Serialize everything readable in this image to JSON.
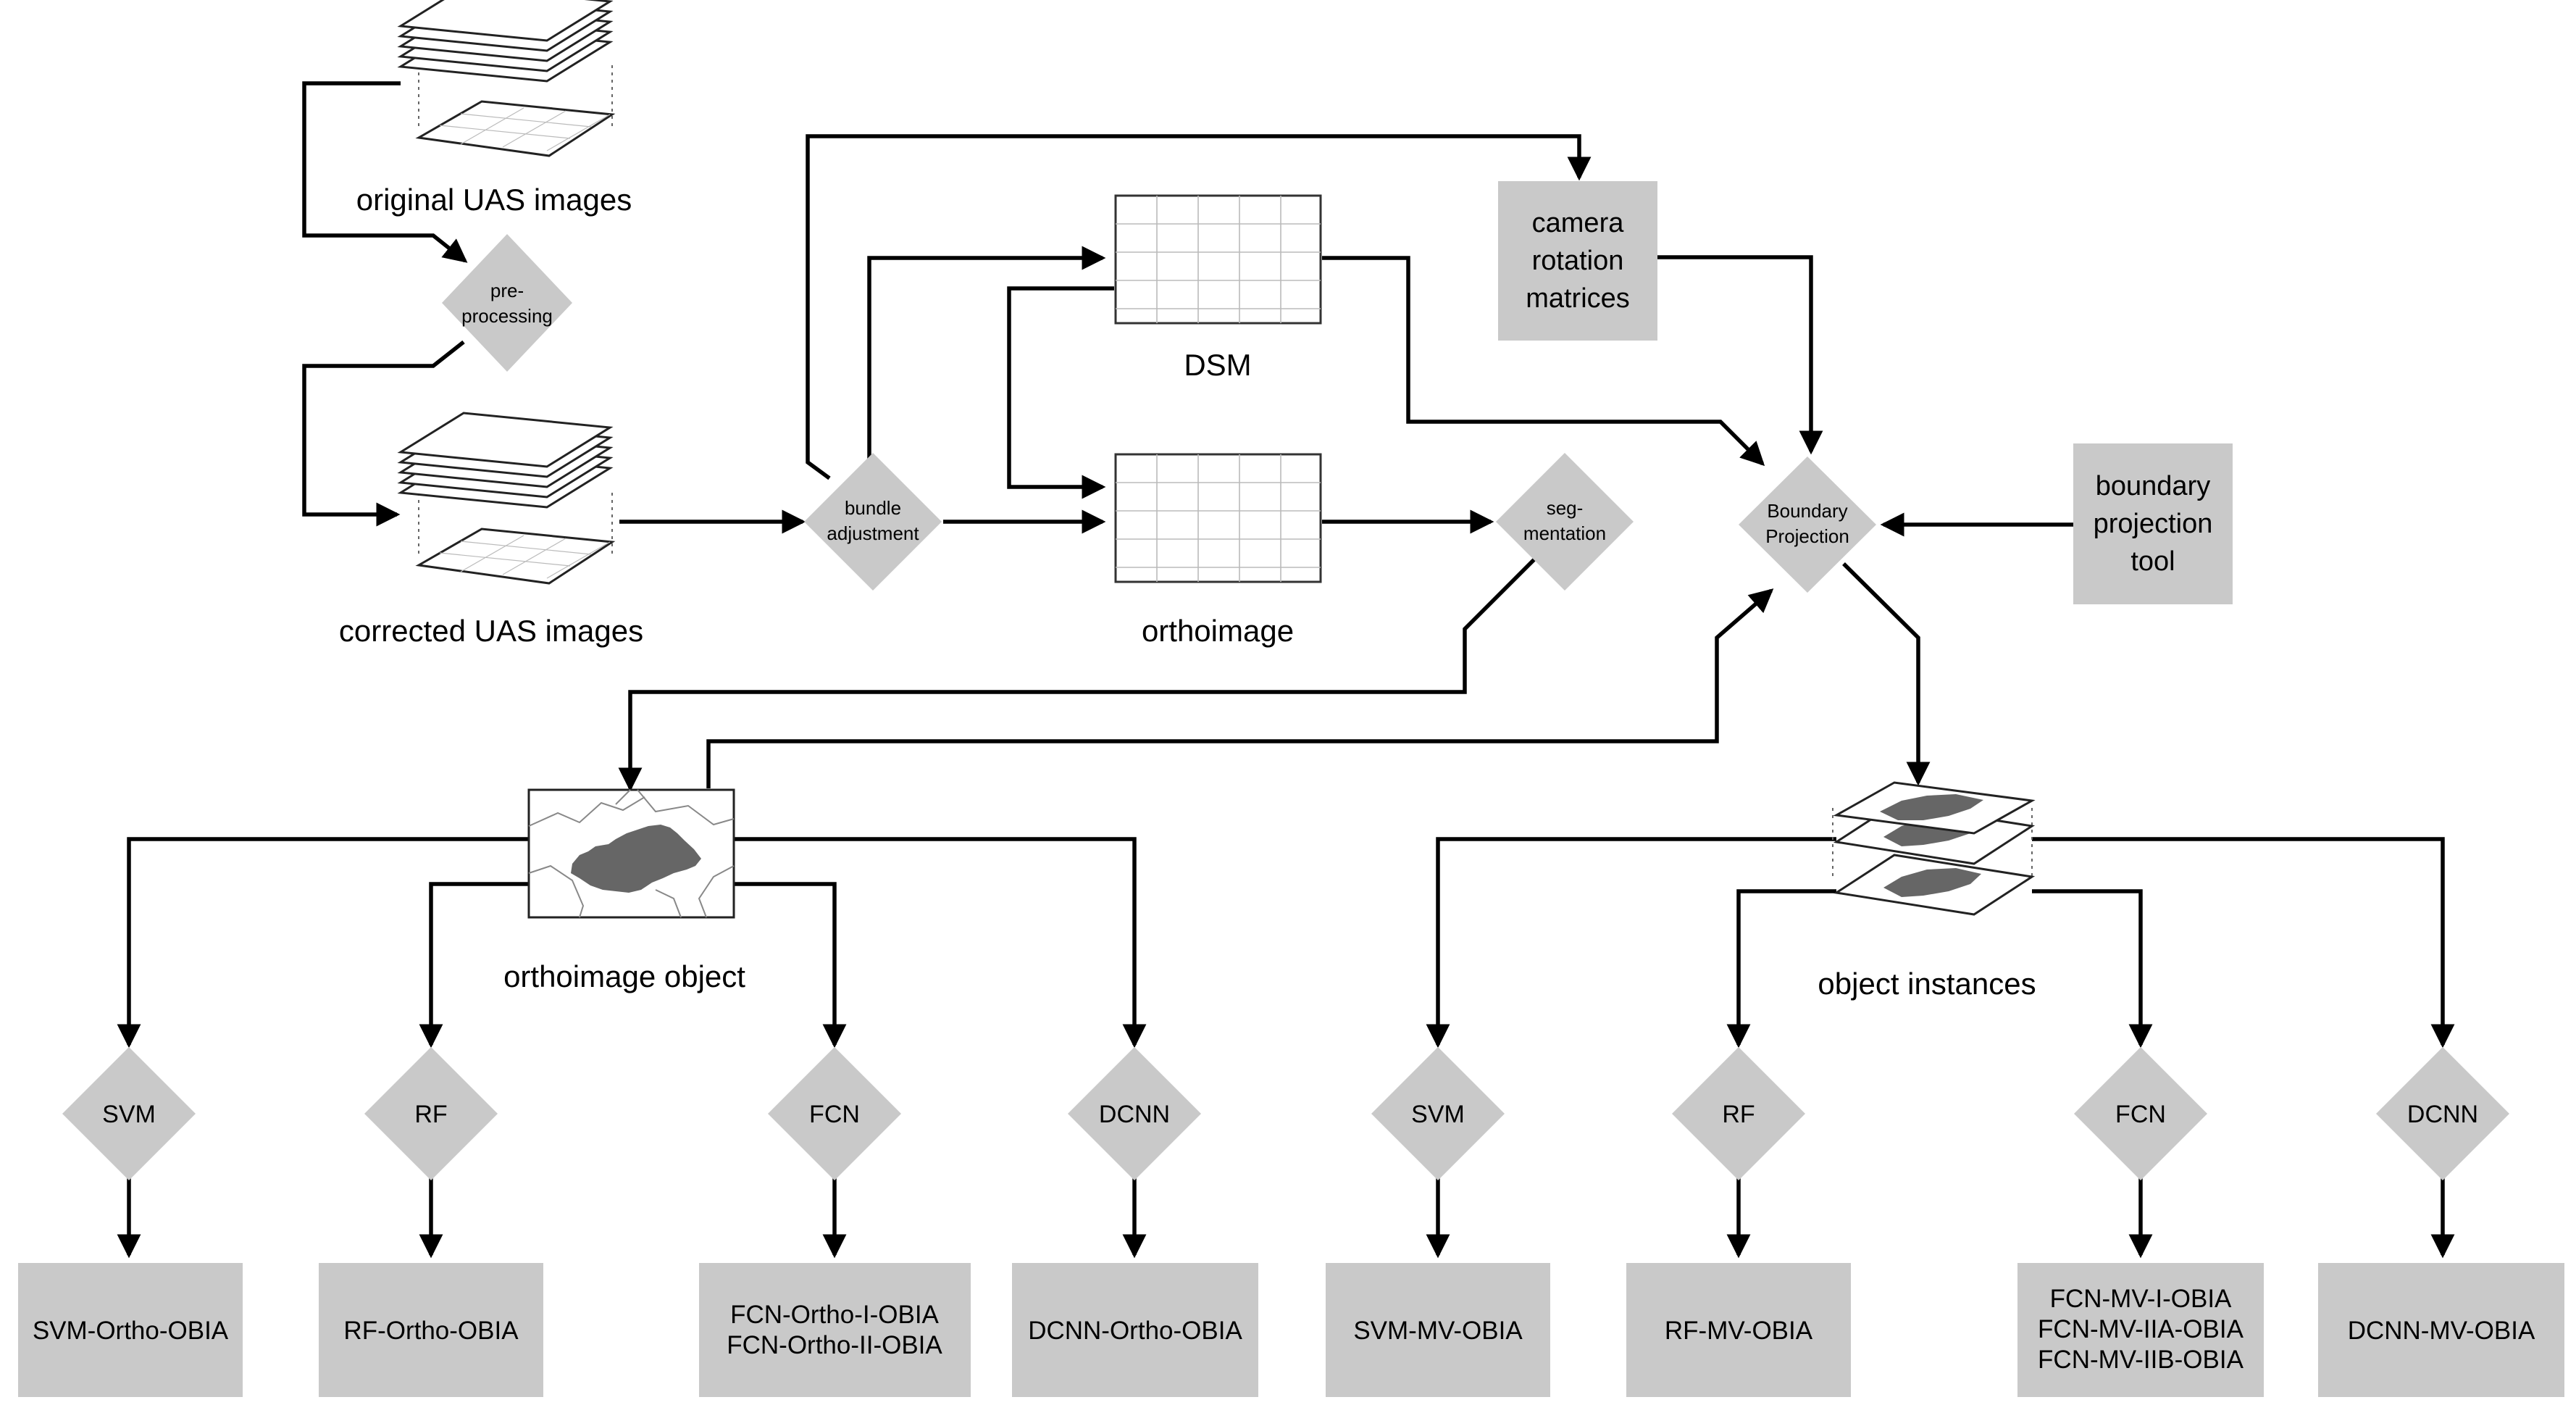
{
  "inputs": {
    "original_label": "original UAS images",
    "corrected_label": "corrected UAS images"
  },
  "processing": {
    "preprocessing": [
      "pre-",
      "processing"
    ],
    "bundle_adjustment": [
      "bundle",
      "adjustment"
    ],
    "segmentation": [
      "seg-",
      "mentation"
    ],
    "boundary_projection": [
      "Boundary",
      "Projection"
    ]
  },
  "products": {
    "dsm_label": "DSM",
    "orthoimage_label": "orthoimage",
    "camera_rotation": [
      "camera",
      "rotation",
      "matrices"
    ],
    "boundary_tool": [
      "boundary",
      "projection",
      "tool"
    ],
    "ortho_object_label": "orthoimage object",
    "object_instances_label": "object instances"
  },
  "classifiers": {
    "ortho": [
      {
        "method": "SVM",
        "outputs": [
          "SVM-Ortho-OBIA"
        ]
      },
      {
        "method": "RF",
        "outputs": [
          "RF-Ortho-OBIA"
        ]
      },
      {
        "method": "FCN",
        "outputs": [
          "FCN-Ortho-I-OBIA",
          "FCN-Ortho-II-OBIA"
        ]
      },
      {
        "method": "DCNN",
        "outputs": [
          "DCNN-Ortho-OBIA"
        ]
      }
    ],
    "multiview": [
      {
        "method": "SVM",
        "outputs": [
          "SVM-MV-OBIA"
        ]
      },
      {
        "method": "RF",
        "outputs": [
          "RF-MV-OBIA"
        ]
      },
      {
        "method": "FCN",
        "outputs": [
          "FCN-MV-I-OBIA",
          "FCN-MV-IIA-OBIA",
          "FCN-MV-IIB-OBIA"
        ]
      },
      {
        "method": "DCNN",
        "outputs": [
          "DCNN-MV-OBIA"
        ]
      }
    ]
  },
  "colors": {
    "node_fill": "#c9c9c9",
    "edge": "#000000",
    "object_fill": "#666666"
  }
}
